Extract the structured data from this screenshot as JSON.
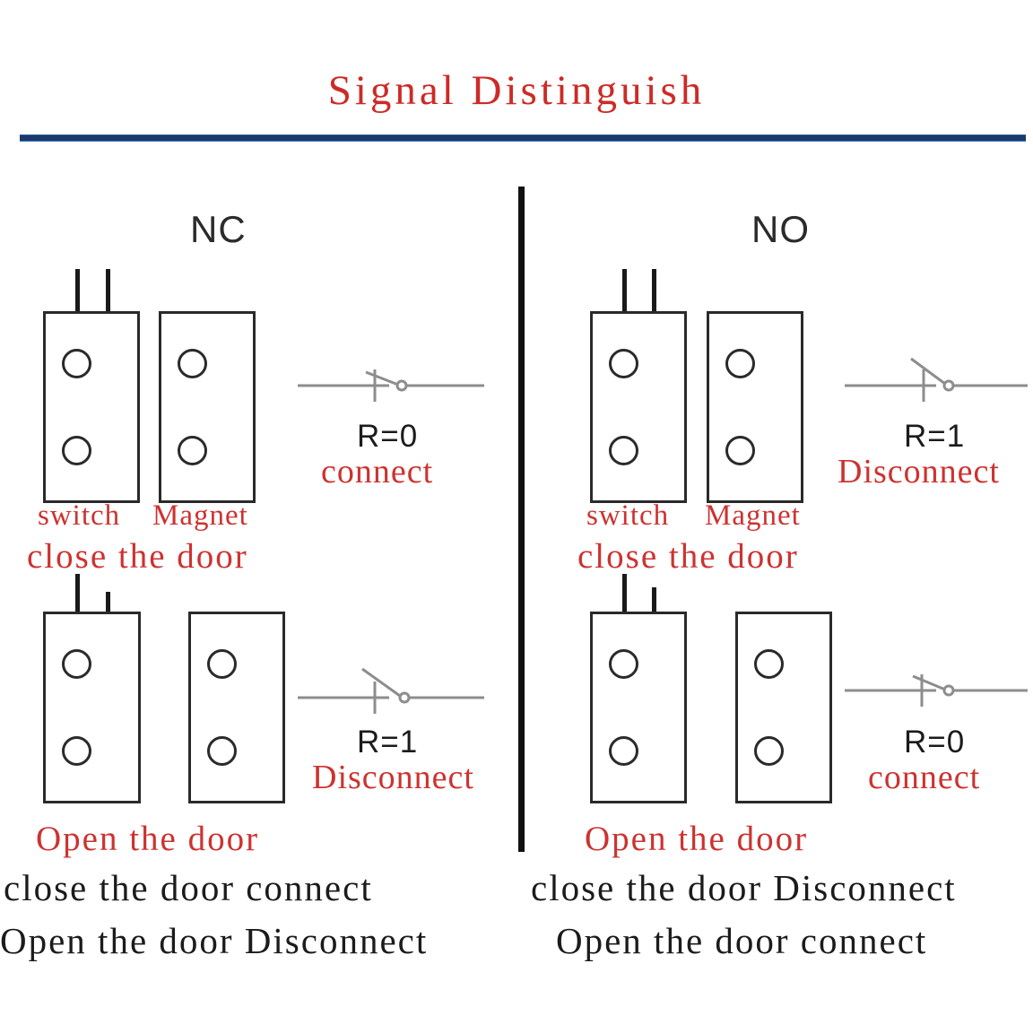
{
  "page": {
    "title": "Signal Distinguish",
    "rule_color": "#1b3a6b",
    "red": "#cc3330",
    "black": "#1b1b1b"
  },
  "panels": [
    {
      "key": "nc",
      "header": "NC",
      "rows": [
        {
          "key": "nc-closed",
          "parts": {
            "switch": "switch",
            "magnet": "Magnet"
          },
          "state": "close the door",
          "r_value": "R=0",
          "conduction": "connect",
          "symbol": "switch-closed"
        },
        {
          "key": "nc-open",
          "state": "Open the door",
          "r_value": "R=1",
          "conduction": "Disconnect",
          "symbol": "switch-open"
        }
      ],
      "summary": [
        "close the door connect",
        "Open the door Disconnect"
      ]
    },
    {
      "key": "no",
      "header": "NO",
      "rows": [
        {
          "key": "no-closed",
          "parts": {
            "switch": "switch",
            "magnet": "Magnet"
          },
          "state": "close the door",
          "r_value": "R=1",
          "conduction": "Disconnect",
          "symbol": "switch-open"
        },
        {
          "key": "no-open",
          "state": "Open the door",
          "r_value": "R=0",
          "conduction": "connect",
          "symbol": "switch-closed"
        }
      ],
      "summary": [
        "close the door Disconnect",
        "Open the door connect"
      ]
    }
  ]
}
